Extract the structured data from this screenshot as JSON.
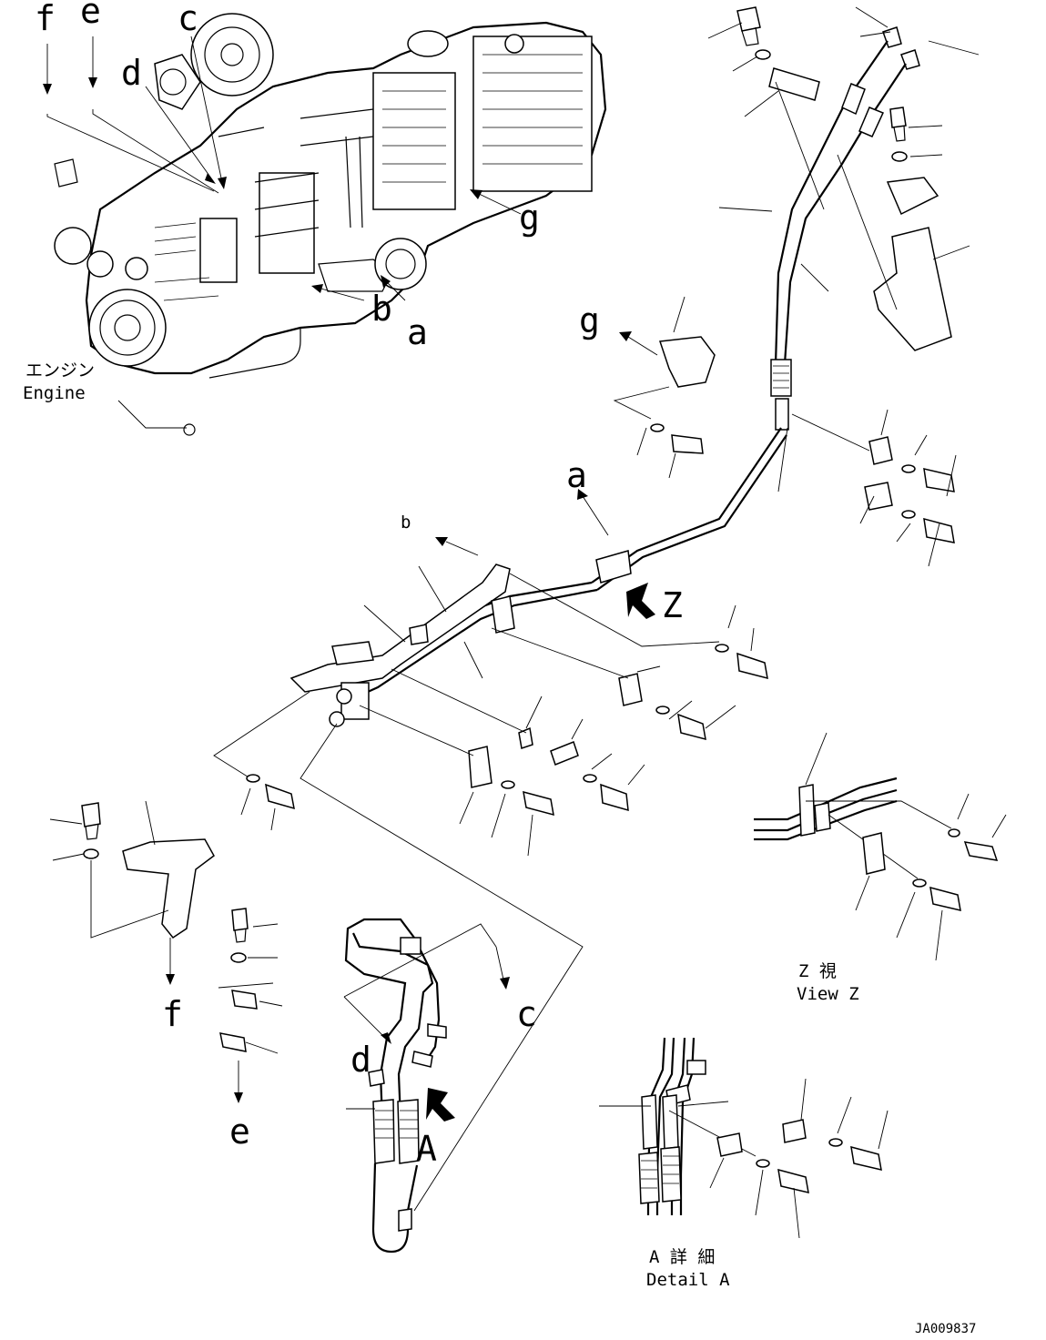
{
  "callouts": {
    "a": "a",
    "b": "b",
    "c": "c",
    "d": "d",
    "e": "e",
    "f": "f",
    "g": "g",
    "Z": "Z",
    "A": "A"
  },
  "captions": {
    "engine_jp": "エンジン",
    "engine_en": "Engine",
    "view_z_jp": "Z 視",
    "view_z_en": "View Z",
    "detail_a_jp": "A 詳 細",
    "detail_a_en": "Detail A"
  },
  "drawing_id": "JA009837"
}
